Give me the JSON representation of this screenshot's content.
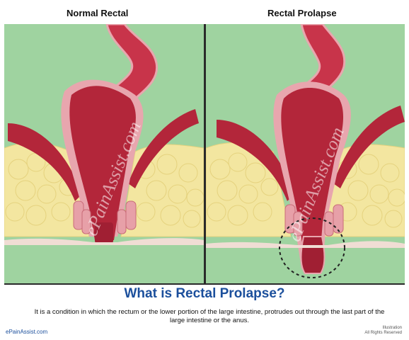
{
  "header": {
    "left_label": "Normal Rectal",
    "right_label": "Rectal Prolapse"
  },
  "watermark": "ePainAssist.com",
  "title": "What is Rectal Prolapse?",
  "description": "It is a condition in which the rectum or the lower portion of the large intestine, protrudes out through the last part of the large intestine or the anus.",
  "footer": {
    "site": "ePainAssist.com",
    "credit_line_1": "Illustration",
    "credit_line_2": "All Rights Reserved"
  },
  "colors": {
    "background": "#9fd3a0",
    "tissue": "#b3263a",
    "fat": "#f3e6a0",
    "title": "#1b4f9c"
  }
}
